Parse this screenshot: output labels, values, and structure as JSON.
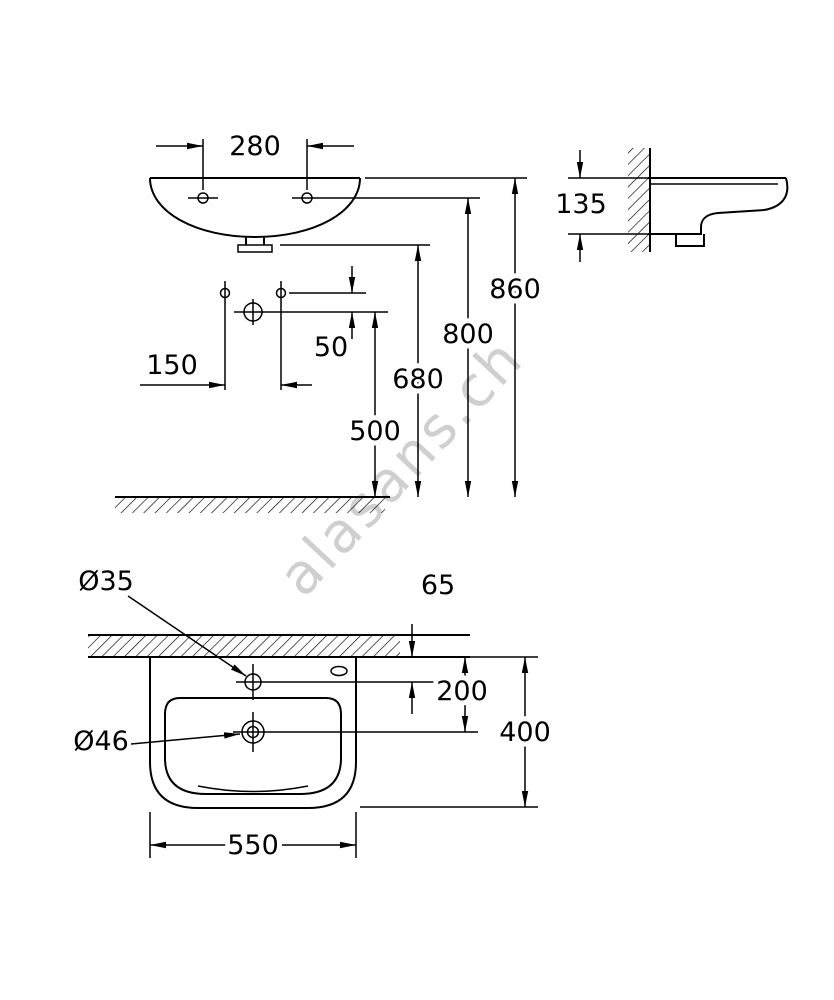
{
  "watermark": {
    "text": "alasans.ch"
  },
  "front_view": {
    "tap_hole_spacing": "280",
    "supply_spacing": "150",
    "outlet_offset": "50",
    "outlet_height": "500",
    "trap_height": "680",
    "fixing_height": "800",
    "rim_height": "860"
  },
  "side_view": {
    "ledge_depth": "135"
  },
  "plan_view": {
    "faucet_hole_dia": "Ø35",
    "waste_hole_dia": "Ø46",
    "faucet_from_wall": "65",
    "waste_from_wall": "200",
    "basin_depth": "400",
    "basin_width": "550"
  }
}
